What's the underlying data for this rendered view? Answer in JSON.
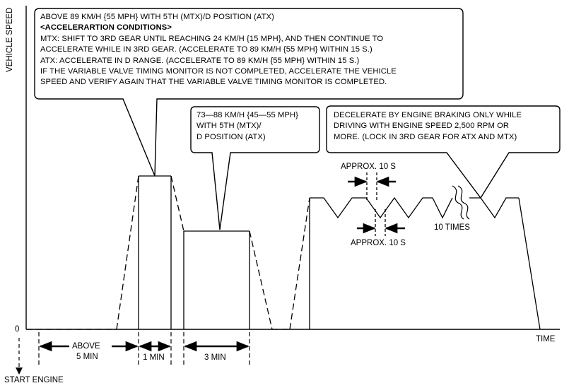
{
  "axes": {
    "y_label": "VEHICLE SPEED",
    "x_label": "TIME",
    "zero_label": "0",
    "start_label": "START ENGINE"
  },
  "durations": {
    "above_line1": "ABOVE",
    "above_line2": "5 MIN",
    "one_min": "1 MIN",
    "three_min": "3 MIN"
  },
  "callout_1": {
    "lines": [
      "ABOVE 89 KM/H {55 MPH} WITH 5TH (MTX)/D POSITION (ATX)",
      "<ACCELERARTION CONDITIONS>",
      "MTX: SHIFT TO 3RD GEAR UNTIL REACHING 24 KM/H {15 MPH}, AND THEN CONTINUE TO",
      "ACCELERATE WHILE IN 3RD GEAR. (ACCELERATE TO 89 KM/H {55 MPH} WITHIN 15 S.)",
      "ATX: ACCELERATE IN D RANGE. (ACCELERATE TO 89 KM/H {55 MPH} WITHIN 15 S.)",
      "IF THE VARIABLE VALVE TIMING MONITOR IS NOT COMPLETED, ACCELERATE THE VEHICLE",
      "SPEED AND VERIFY AGAIN THAT THE VARIABLE VALVE TIMING MONITOR IS COMPLETED."
    ]
  },
  "callout_2": {
    "lines": [
      "73—88 KM/H {45—55 MPH}",
      "WITH 5TH (MTX)/",
      "D POSITION (ATX)"
    ]
  },
  "callout_3": {
    "lines": [
      "DECELERATE BY ENGINE BRAKING ONLY WHILE",
      "DRIVING WITH ENGINE SPEED 2,500 RPM OR",
      "MORE. (LOCK IN 3RD GEAR FOR ATX AND MTX)"
    ]
  },
  "annotations": {
    "approx_top": "APPROX. 10 S",
    "approx_bottom": "APPROX. 10 S",
    "ten_times": "10 TIMES"
  }
}
